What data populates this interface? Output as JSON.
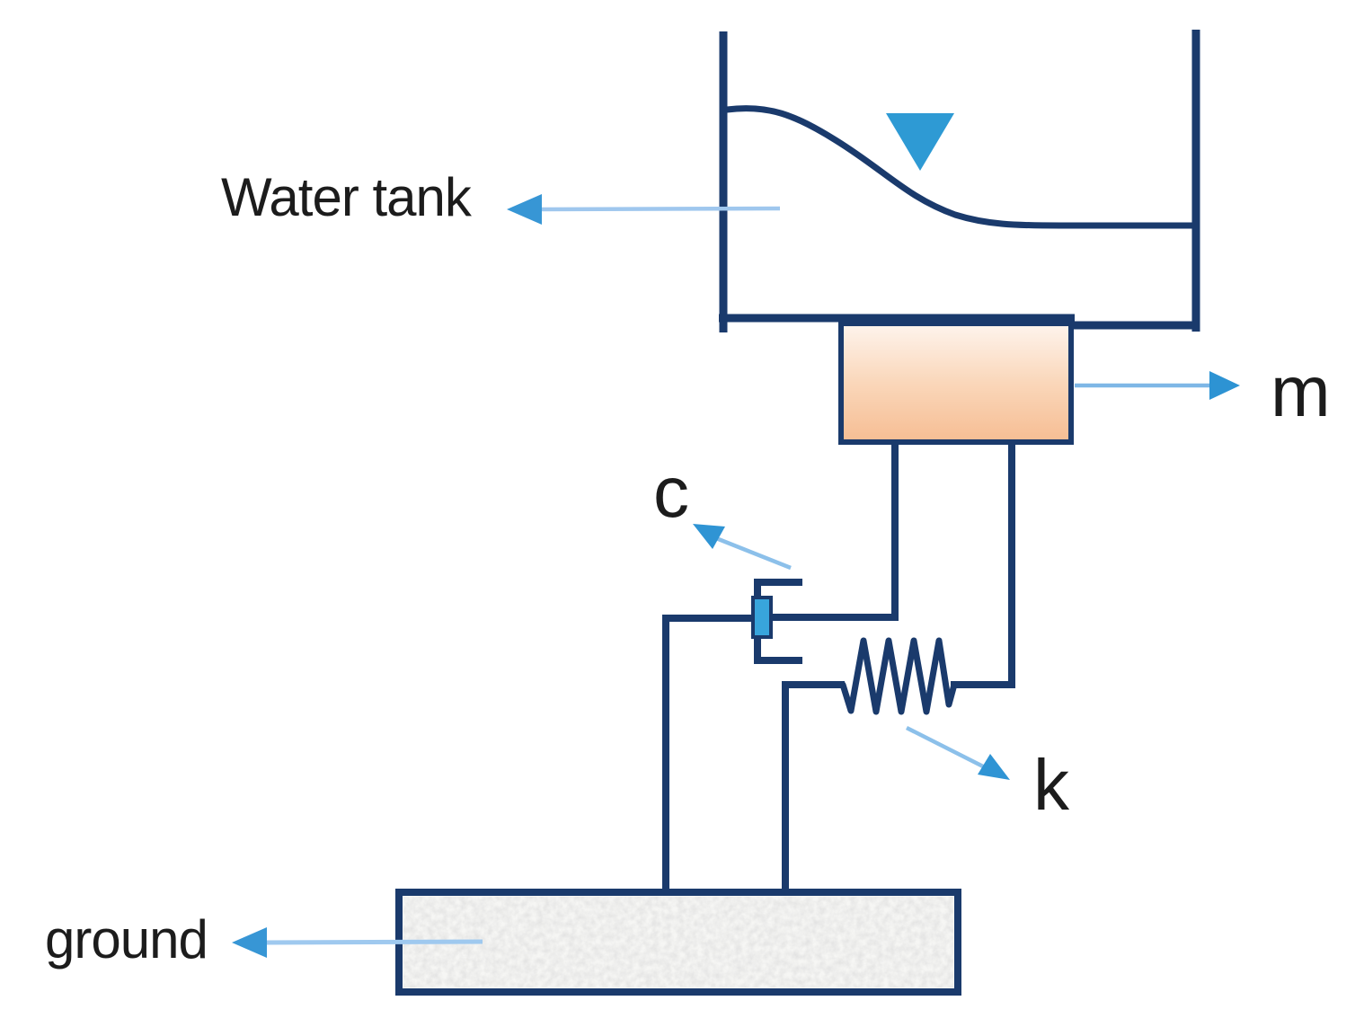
{
  "diagram": {
    "kind": "mass-spring-damper schematic of a water tank on a ground base",
    "labels": {
      "water_tank": "Water tank",
      "mass": "m",
      "damping": "c",
      "stiffness": "k",
      "ground": "ground"
    },
    "annotations": [
      {
        "label": "Water tank",
        "points_to": "water-tank",
        "arrow_direction": "left"
      },
      {
        "label": "m",
        "points_to": "mass-block",
        "arrow_direction": "right"
      },
      {
        "label": "c",
        "points_to": "damper",
        "arrow_direction": "up-left"
      },
      {
        "label": "k",
        "points_to": "spring",
        "arrow_direction": "down-right"
      },
      {
        "label": "ground",
        "points_to": "ground-slab",
        "arrow_direction": "left"
      }
    ],
    "colors": {
      "line_navy": "#1a3a6c",
      "arrow_line_blue": "#8fc0ea",
      "arrow_head_blue": "#2f94d4",
      "water_level_marker_blue": "#2e9ad4",
      "damper_piston_blue": "#38a5dc",
      "mass_gradient_top": "#fef4ed",
      "mass_gradient_bottom": "#f6bd93",
      "ground_fill": "#f6f6f4",
      "text": "#1c1c1c"
    }
  }
}
